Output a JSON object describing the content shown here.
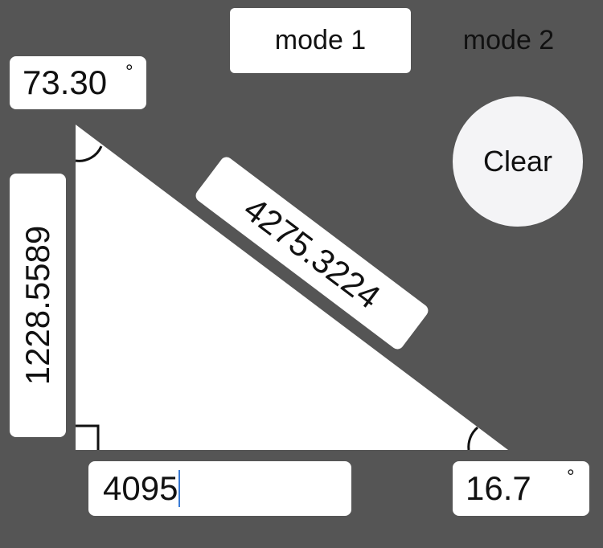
{
  "modes": {
    "mode1_label": "mode 1",
    "mode2_label": "mode 2",
    "selected": "mode 1"
  },
  "clear_label": "Clear",
  "angles": {
    "top": "73.30",
    "bottom": "16.7",
    "unit_symbol": "°"
  },
  "sides": {
    "vertical": "1228.5589",
    "hypotenuse": "4275.3224",
    "base": "4095"
  },
  "colors": {
    "background": "#555555",
    "triangle_fill": "#ffffff",
    "caret": "#3a7bd5"
  }
}
